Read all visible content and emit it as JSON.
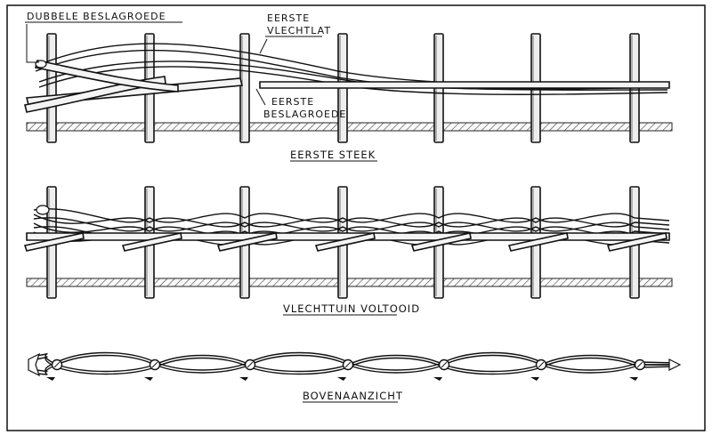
{
  "frame_color": "#111111",
  "background_color": "#ffffff",
  "panels": {
    "first_stitch": {
      "caption": "EERSTE STEEK",
      "label_double_rod": "DUBBELE BESLAGROEDE",
      "label_first_lath_line1": "EERSTE",
      "label_first_lath_line2": "VLECHTLAT",
      "label_first_rod_line1": "EERSTE",
      "label_first_rod_line2": "BESLAGROEDE"
    },
    "completed": {
      "caption": "VLECHTTUIN VOLTOOID"
    },
    "top_view": {
      "caption": "BOVENAANZICHT"
    }
  }
}
